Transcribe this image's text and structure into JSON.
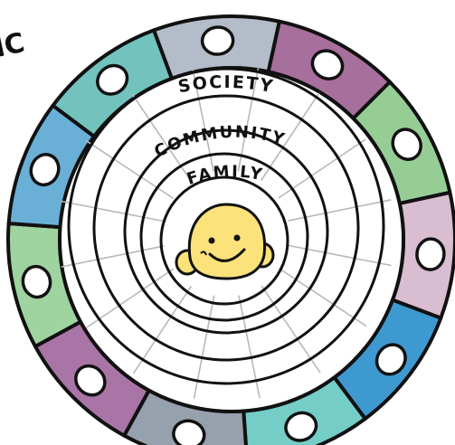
{
  "corner_text": "IC",
  "rings": [
    {
      "label": "SOCIETY"
    },
    {
      "label": "COMMUNITY"
    },
    {
      "label": "FAMILY"
    }
  ],
  "center": {
    "icon": "smiling-face-icon",
    "fill": "#fbe27a"
  },
  "segments": [
    {
      "color": "#b3bcc8"
    },
    {
      "color": "#a66f9c"
    },
    {
      "color": "#96cd95"
    },
    {
      "color": "#d9bdd1"
    },
    {
      "color": "#3f99d1"
    },
    {
      "color": "#74cdc7"
    },
    {
      "color": "#97a0ad"
    },
    {
      "color": "#a974a6"
    },
    {
      "color": "#9fd39f"
    },
    {
      "color": "#6ab0d6"
    },
    {
      "color": "#72c2bd"
    }
  ]
}
